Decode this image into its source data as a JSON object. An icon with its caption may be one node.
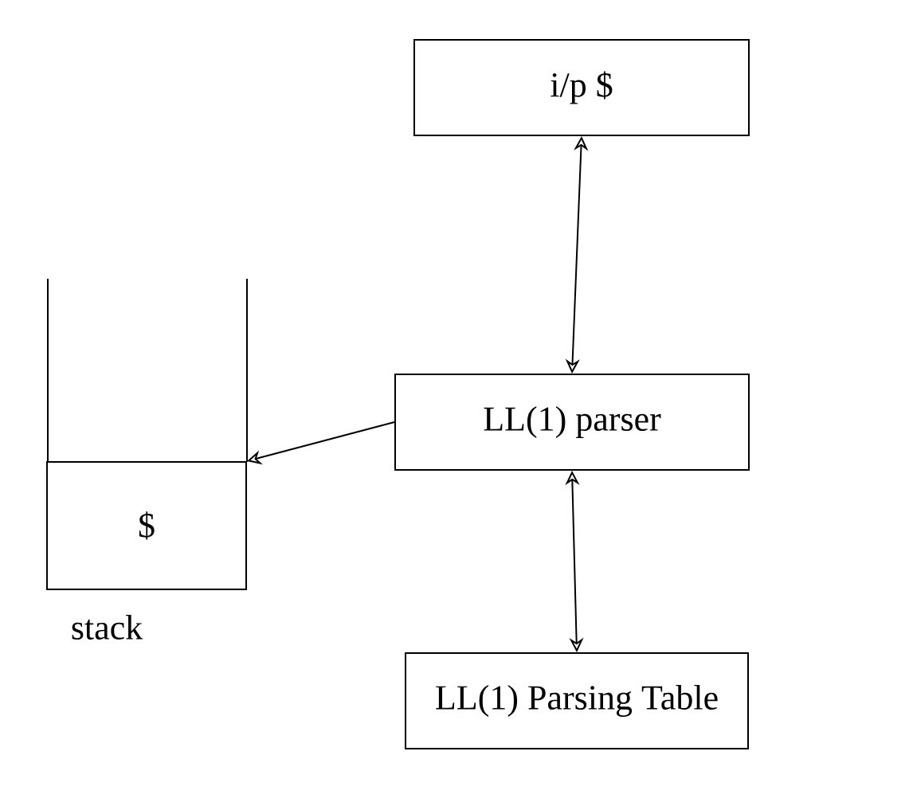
{
  "diagram": {
    "nodes": [
      {
        "text": [
          "i/p $"
        ]
      },
      {
        "text": [
          "LL(1) parser"
        ]
      },
      {
        "text": [
          "LL(1) Parsing Table"
        ]
      },
      {
        "text": [
          "$"
        ],
        "beside": [
          "stack"
        ]
      }
    ],
    "edges": [
      {
        "from": 0,
        "to": 1,
        "arrow": "both"
      },
      {
        "from": 1,
        "to": 2,
        "arrow": "both"
      },
      {
        "from": 1,
        "to": 3,
        "arrow": "to"
      }
    ]
  }
}
